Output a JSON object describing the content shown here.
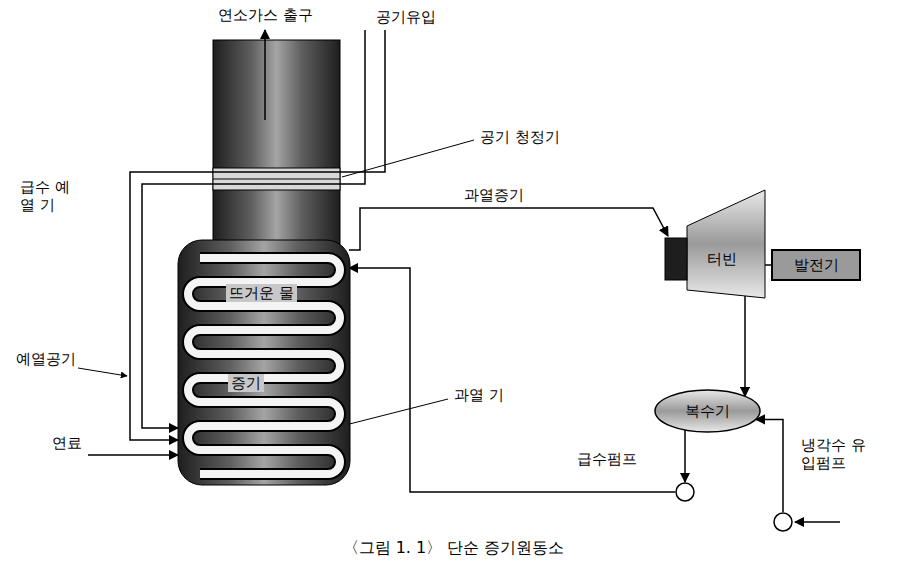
{
  "diagram": {
    "caption": "〈그림 1. 1〉 단순 증기원동소",
    "nodes": [
      {
        "text": [
          "뜨거운 물",
          "증기"
        ]
      },
      {
        "text": [
          "터빈"
        ]
      },
      {
        "text": [
          "발전기"
        ]
      },
      {
        "text": [
          "복수기"
        ]
      },
      {
        "text": [
          "급수펌프"
        ]
      },
      {
        "text": [
          "냉각수 유입펌프"
        ]
      }
    ],
    "edges": [
      {
        "from": 0,
        "to": 1,
        "arrow": "to",
        "label": "과열증기"
      },
      {
        "from": 1,
        "to": 2,
        "arrow": "none"
      },
      {
        "from": 1,
        "to": 3,
        "arrow": "to"
      },
      {
        "from": 3,
        "to": 4,
        "arrow": "to"
      },
      {
        "from": 4,
        "to": 0,
        "arrow": "to"
      },
      {
        "from": 5,
        "to": 3,
        "arrow": "to"
      }
    ],
    "labels": [
      "연소가스 출구",
      "공기유입",
      "공기 청정기",
      "급수 예열 기",
      "예열공기",
      "연료",
      "과열 기"
    ]
  }
}
